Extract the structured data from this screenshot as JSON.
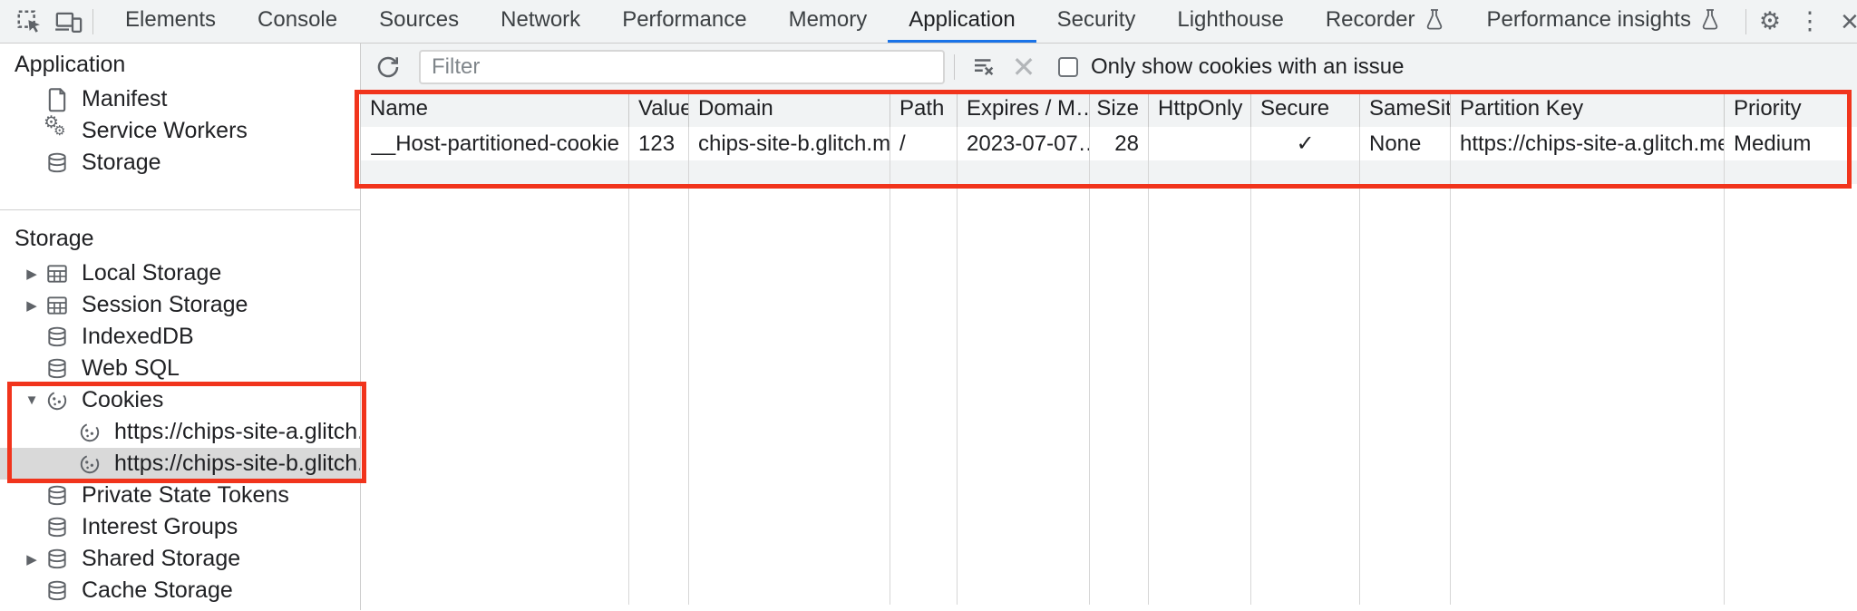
{
  "colors": {
    "highlight_red": "#f1341c",
    "accent_blue": "#1a73e8",
    "icon_gray": "#5f6368"
  },
  "icons": {
    "gear": "⚙",
    "more": "⋮",
    "close": "×",
    "clear_cross": "✕",
    "arrow_right": "▶",
    "arrow_down": "▼"
  },
  "tabbar": {
    "tabs": [
      {
        "label": "Elements"
      },
      {
        "label": "Console"
      },
      {
        "label": "Sources"
      },
      {
        "label": "Network"
      },
      {
        "label": "Performance"
      },
      {
        "label": "Memory"
      },
      {
        "label": "Application"
      },
      {
        "label": "Security"
      },
      {
        "label": "Lighthouse"
      },
      {
        "label": "Recorder"
      },
      {
        "label": "Performance insights"
      }
    ],
    "selected": "Application"
  },
  "sidebar": {
    "sections": [
      {
        "title": "Application",
        "items": [
          {
            "label": "Manifest"
          },
          {
            "label": "Service Workers"
          },
          {
            "label": "Storage"
          }
        ]
      },
      {
        "title": "Storage",
        "items": [
          {
            "label": "Local Storage"
          },
          {
            "label": "Session Storage"
          },
          {
            "label": "IndexedDB"
          },
          {
            "label": "Web SQL"
          },
          {
            "label": "Cookies"
          },
          {
            "label": "https://chips-site-a.glitch.me"
          },
          {
            "label": "https://chips-site-b.glitch.me"
          },
          {
            "label": "Private State Tokens"
          },
          {
            "label": "Interest Groups"
          },
          {
            "label": "Shared Storage"
          },
          {
            "label": "Cache Storage"
          }
        ]
      }
    ],
    "selected_item": "https://chips-site-b.glitch.me"
  },
  "toolbar": {
    "filter_placeholder": "Filter",
    "checkbox_label": "Only show cookies with an issue",
    "checkbox_checked": false
  },
  "cookie_table": {
    "columns": [
      "Name",
      "Value",
      "Domain",
      "Path",
      "Expires / M…",
      "Size",
      "HttpOnly",
      "Secure",
      "SameSite",
      "Partition Key",
      "Priority"
    ],
    "rows": [
      {
        "name": "__Host-partitioned-cookie",
        "value": "123",
        "domain": "chips-site-b.glitch.me",
        "path": "/",
        "expires": "2023-07-07…",
        "size": "28",
        "httponly": "",
        "secure": "✓",
        "samesite": "None",
        "partition_key": "https://chips-site-a.glitch.me",
        "priority": "Medium"
      }
    ]
  }
}
